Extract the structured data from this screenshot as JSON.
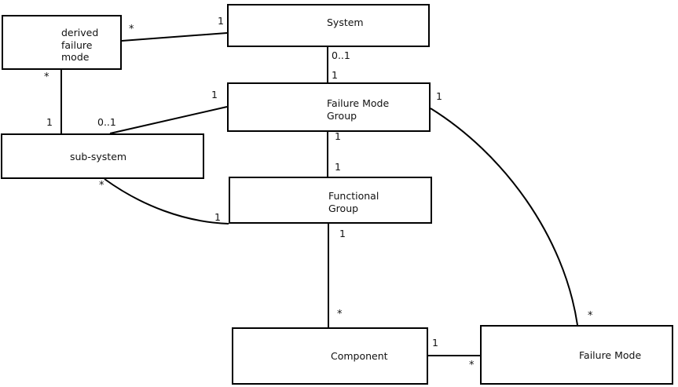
{
  "diagram": {
    "type": "uml-class-diagram",
    "background_color": "#ffffff",
    "line_color": "#000000",
    "text_color": "#111111",
    "classes": [
      {
        "id": "derived-failure-mode",
        "label": "derived\nfailure\nmode"
      },
      {
        "id": "system",
        "label": "System"
      },
      {
        "id": "failure-mode-group",
        "label": "Failure Mode\nGroup"
      },
      {
        "id": "sub-system",
        "label": "sub-system"
      },
      {
        "id": "functional-group",
        "label": "Functional\nGroup"
      },
      {
        "id": "component",
        "label": "Component"
      },
      {
        "id": "failure-mode",
        "label": "Failure Mode"
      }
    ],
    "associations": [
      {
        "id": "derived-failure-mode--system",
        "from": "derived-failure-mode",
        "to": "system",
        "from_multiplicity": "*",
        "to_multiplicity": "1"
      },
      {
        "id": "derived-failure-mode--sub-system",
        "from": "derived-failure-mode",
        "to": "sub-system",
        "from_multiplicity": "*",
        "to_multiplicity": "1"
      },
      {
        "id": "system--failure-mode-group",
        "from": "system",
        "to": "failure-mode-group",
        "from_multiplicity": "0..1",
        "to_multiplicity": "1"
      },
      {
        "id": "sub-system--failure-mode-group",
        "from": "sub-system",
        "to": "failure-mode-group",
        "from_multiplicity": "0..1",
        "to_multiplicity": "1"
      },
      {
        "id": "failure-mode-group--functional-group",
        "from": "failure-mode-group",
        "to": "functional-group",
        "from_multiplicity": "1",
        "to_multiplicity": "1"
      },
      {
        "id": "sub-system--functional-group",
        "from": "sub-system",
        "to": "functional-group",
        "from_multiplicity": "*",
        "to_multiplicity": "1"
      },
      {
        "id": "functional-group--component",
        "from": "functional-group",
        "to": "component",
        "from_multiplicity": "1",
        "to_multiplicity": "*"
      },
      {
        "id": "failure-mode-group--failure-mode",
        "from": "failure-mode-group",
        "to": "failure-mode",
        "from_multiplicity": "1",
        "to_multiplicity": "*"
      },
      {
        "id": "component--failure-mode",
        "from": "component",
        "to": "failure-mode",
        "from_multiplicity": "1",
        "to_multiplicity": "*"
      }
    ],
    "multiplicity_labels": {
      "dfm_to_system_star": "*",
      "system_from_dfm_one": "1",
      "dfm_down_star": "*",
      "subsystem_up_one": "1",
      "system_down_zero_one": "0..1",
      "fmg_up_one": "1",
      "subsystem_to_fmg_zero_one": "0..1",
      "fmg_from_subsystem_one": "1",
      "fmg_down_one": "1",
      "fg_up_one": "1",
      "subsystem_down_star": "*",
      "fg_from_subsystem_one": "1",
      "fg_down_one": "1",
      "component_up_star": "*",
      "fmg_right_one": "1",
      "failuremode_top_star": "*",
      "component_right_one": "1",
      "failuremode_left_star": "*"
    }
  }
}
